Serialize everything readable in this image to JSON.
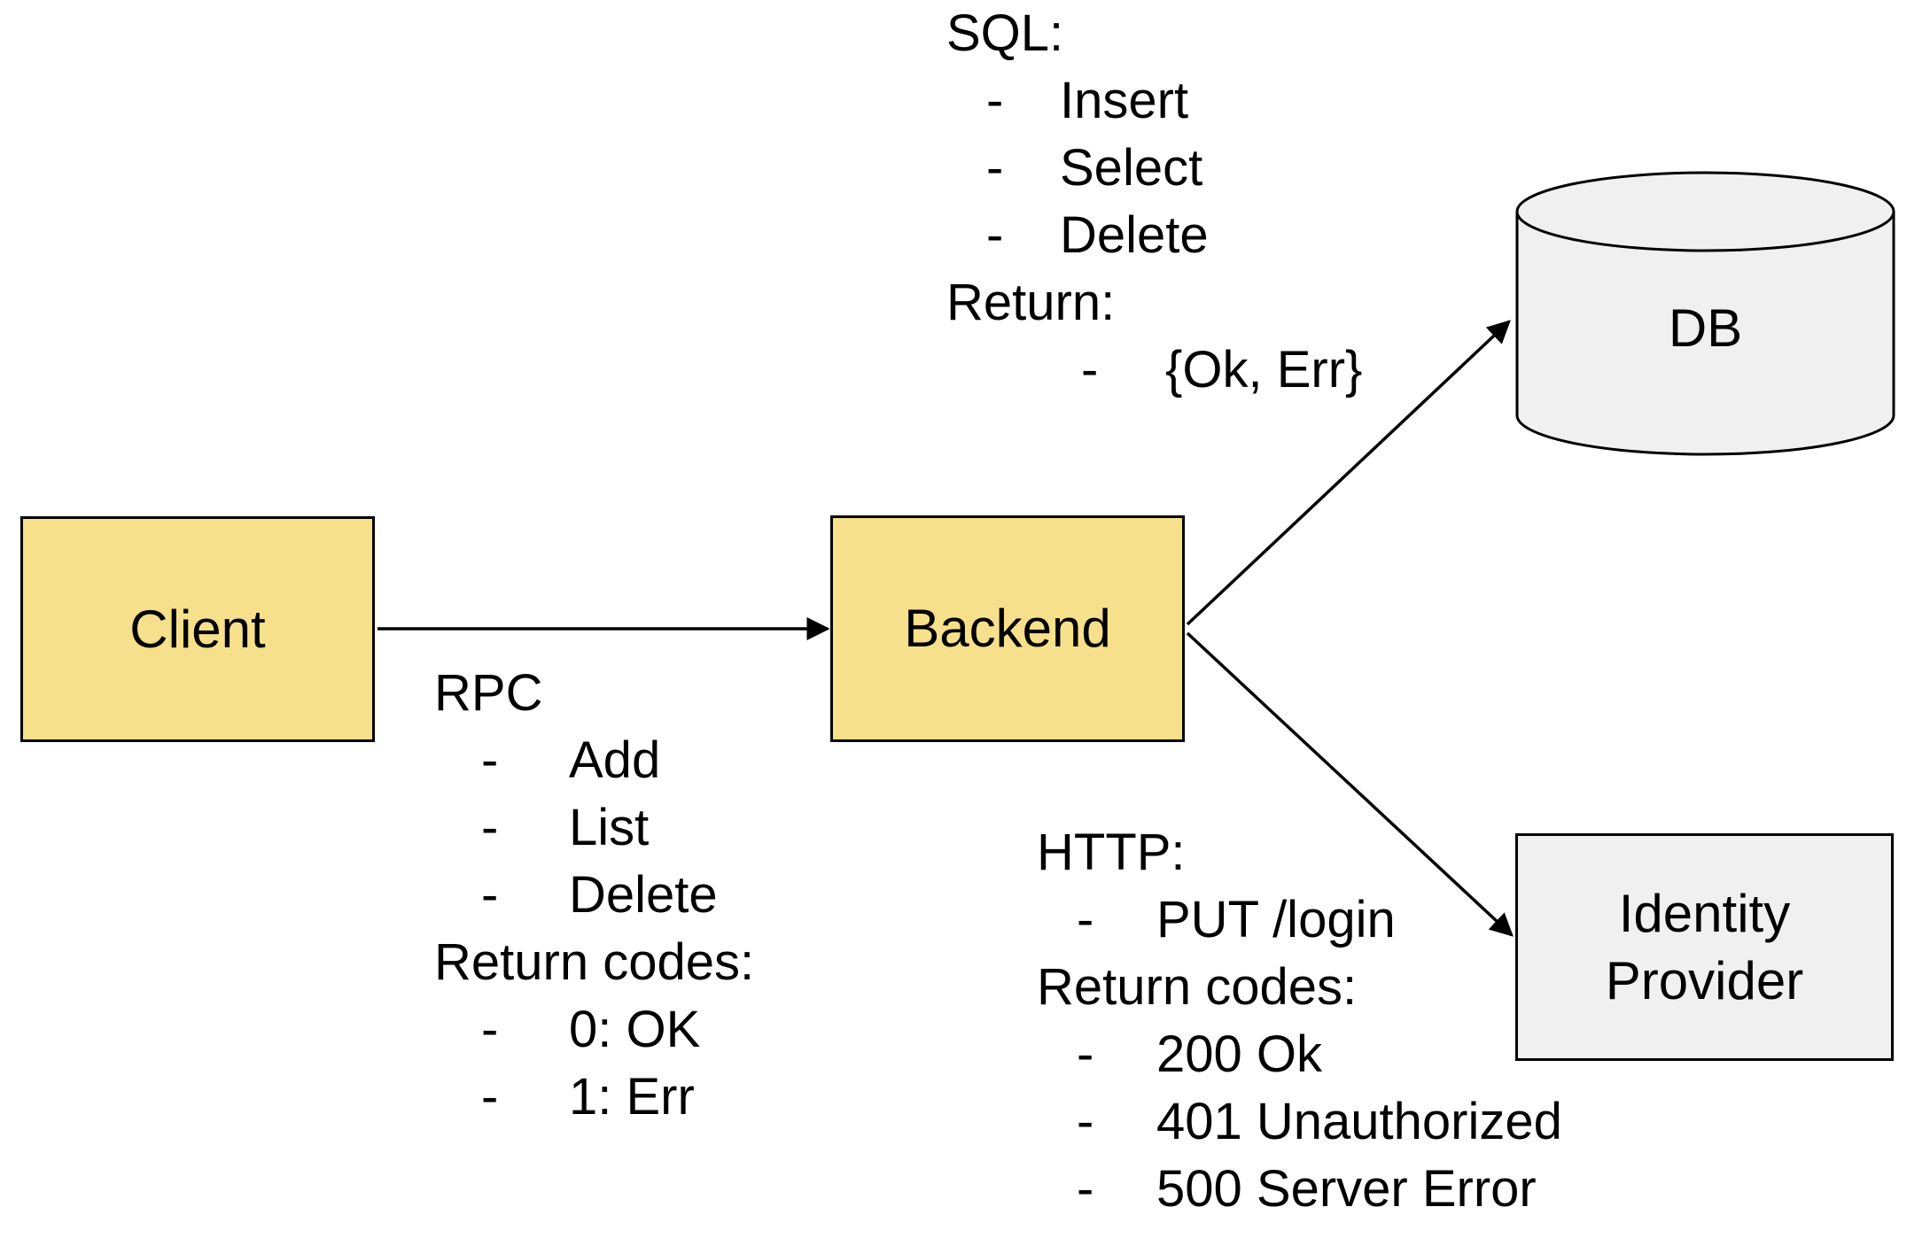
{
  "colors": {
    "node_fill_yellow": "#F7E08C",
    "node_fill_gray": "#F0F0F0",
    "stroke": "#000000",
    "text": "#000000",
    "background": "#FFFFFF"
  },
  "bullet": "-",
  "nodes": {
    "client": {
      "label": "Client"
    },
    "backend": {
      "label": "Backend"
    },
    "db": {
      "label": "DB"
    },
    "identity_provider": {
      "label": "Identity Provider"
    }
  },
  "annotations": {
    "sql": {
      "lines": [
        {
          "kind": "header",
          "text": "SQL:"
        },
        {
          "kind": "item",
          "text": "Insert"
        },
        {
          "kind": "item",
          "text": "Select"
        },
        {
          "kind": "item",
          "text": "Delete"
        },
        {
          "kind": "header",
          "text": "Return:"
        },
        {
          "kind": "item",
          "text": "{Ok, Err}"
        }
      ]
    },
    "rpc": {
      "lines": [
        {
          "kind": "header",
          "text": "RPC"
        },
        {
          "kind": "item",
          "text": "Add"
        },
        {
          "kind": "item",
          "text": "List"
        },
        {
          "kind": "item",
          "text": "Delete"
        },
        {
          "kind": "header",
          "text": "Return codes:"
        },
        {
          "kind": "item",
          "text": "0: OK"
        },
        {
          "kind": "item",
          "text": "1: Err"
        }
      ]
    },
    "http": {
      "lines": [
        {
          "kind": "header",
          "text": "HTTP:"
        },
        {
          "kind": "item",
          "text": "PUT /login"
        },
        {
          "kind": "header",
          "text": "Return codes:"
        },
        {
          "kind": "item",
          "text": "200 Ok"
        },
        {
          "kind": "item",
          "text": "401 Unauthorized"
        },
        {
          "kind": "item",
          "text": "500 Server Error"
        }
      ]
    }
  }
}
